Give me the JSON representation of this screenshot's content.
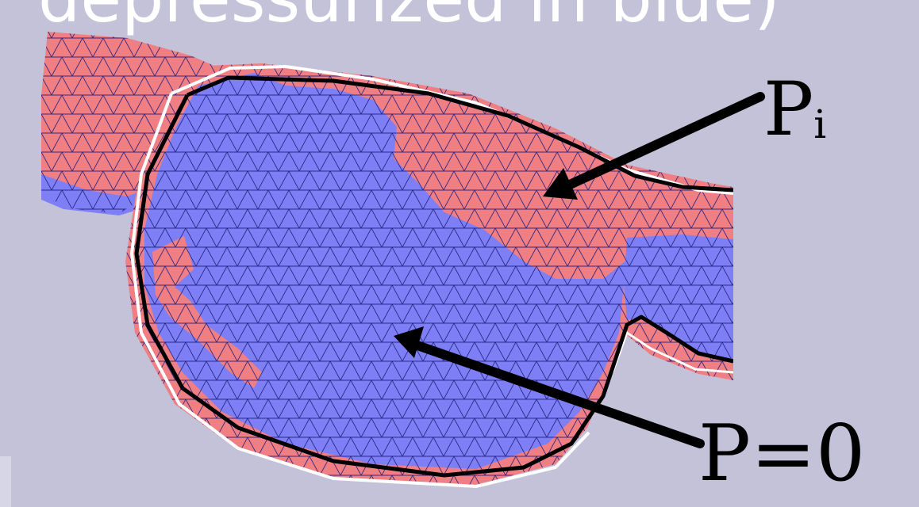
{
  "caption": {
    "partial_text": "depressurized in blue)"
  },
  "labels": {
    "pi_main": "P",
    "pi_sub": "i",
    "p_zero": "P=0"
  },
  "colors": {
    "background": "#c3c2d8",
    "pressurized": "#f07f84",
    "depressurized": "#7f7ff5",
    "mesh_lines": "#1a1a7a",
    "outline": "#000000",
    "boundary": "#ffffff"
  }
}
